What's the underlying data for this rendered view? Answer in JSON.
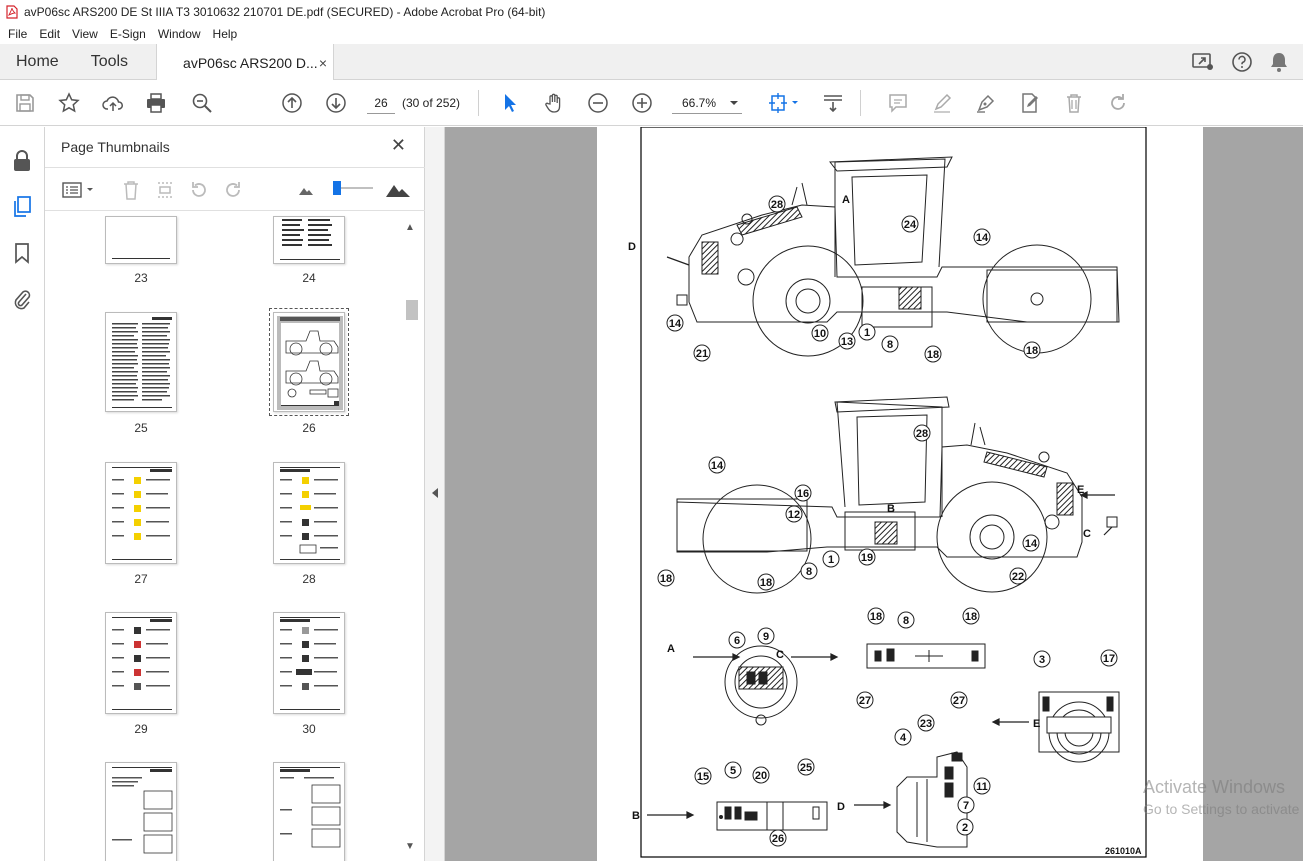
{
  "window": {
    "title": "avP06sc ARS200 DE St IIIA T3 3010632 210701 DE.pdf (SECURED) - Adobe Acrobat Pro (64-bit)"
  },
  "menu": [
    "File",
    "Edit",
    "View",
    "E-Sign",
    "Window",
    "Help"
  ],
  "tabs": {
    "home": "Home",
    "tools": "Tools",
    "document": "avP06sc ARS200 D...",
    "close": "×"
  },
  "toolbar": {
    "page_number": "26",
    "page_count": "(30 of 252)",
    "zoom": "66.7%"
  },
  "thumb_panel": {
    "title": "Page Thumbnails",
    "close": "✕",
    "pages": [
      "23",
      "24",
      "25",
      "26",
      "27",
      "28",
      "29",
      "30"
    ],
    "selected": "26"
  },
  "drawing": {
    "code": "261010A",
    "views": [
      "A",
      "B",
      "C",
      "D",
      "E"
    ],
    "callouts_upper": [
      "28",
      "24",
      "14",
      "21",
      "10",
      "13",
      "1",
      "8",
      "18",
      "18"
    ],
    "callouts_lower": [
      "28",
      "16",
      "12",
      "8",
      "1",
      "19",
      "14",
      "22",
      "18",
      "18"
    ],
    "callouts_details": [
      "6",
      "9",
      "18",
      "8",
      "18",
      "27",
      "27",
      "3",
      "17",
      "4",
      "23",
      "11",
      "7",
      "2",
      "15",
      "5",
      "20",
      "25",
      "26"
    ]
  },
  "watermark": {
    "line1": "Activate Windows",
    "line2": "Go to Settings to activate"
  },
  "colors": {
    "accent": "#1473e6",
    "doc_bg": "#a5a5a5",
    "tab_bg": "#f0f0f0"
  }
}
